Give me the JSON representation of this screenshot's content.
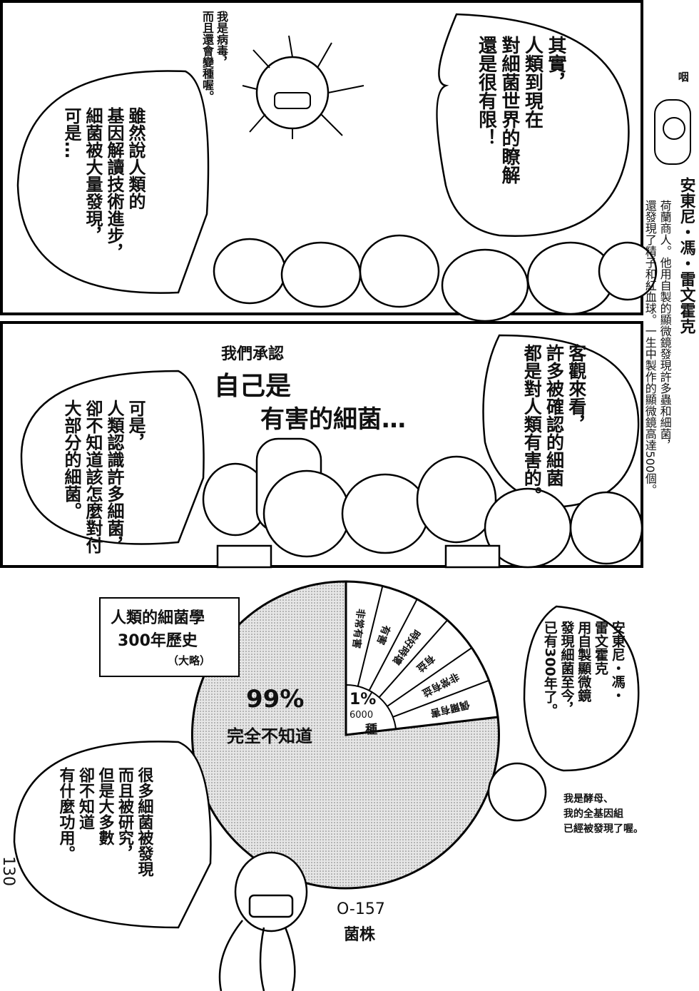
{
  "panel1": {
    "virus_text": "我是病毒，\n而且還會變種喔。",
    "right_bubble": "其實，\n人類到現在\n對細菌世界的瞭解\n還是很有限！",
    "left_bubble": "雖然說人類的\n基因解讀技術進步，\n細菌被大量發現，\n可是…"
  },
  "caption": {
    "sfx": "咽",
    "title": "安東尼・馮・雷文霍克",
    "body": "荷蘭商人。他用自製的顯微鏡發現許多蟲和細菌，\n還發現了精子和紅血球。一生中製作的顯微鏡高達500個。"
  },
  "panel2": {
    "crowd_line1": "我們承認",
    "crowd_line2": "自己是",
    "crowd_line3": "有害的細菌…",
    "right_bubble": "客觀來看，\n許多被確認的細菌\n都是對人類有害的。",
    "left_bubble": "可是，\n人類認識許多細菌，\n卻不知道該怎麼對付\n大部分的細菌。"
  },
  "panel3": {
    "box_line1": "人類的細菌學",
    "box_line2": "300年歷史",
    "box_line3": "（大略）",
    "unknown_pct": "99%",
    "unknown_label": "完全不知道",
    "known_pct": "1%",
    "known_count": "6000",
    "known_unit": "種",
    "segments": [
      "非常有害",
      "有害",
      "時好時壞",
      "有益",
      "非常有益",
      "偶爾有害"
    ],
    "right_bubble": "安東尼・馮・\n雷文霍克\n用自製顯微鏡\n發現細菌至今，\n已有300年了。",
    "yeast_text": "我是酵母、\n我的全基因組\n已經被發現了喔。",
    "left_bubble": "很多細菌被發現\n而且被研究，\n但是大多數\n卻不知道\n有什麼功用。",
    "strain_name": "O-157",
    "strain_label": "菌株"
  },
  "page_number": "130"
}
